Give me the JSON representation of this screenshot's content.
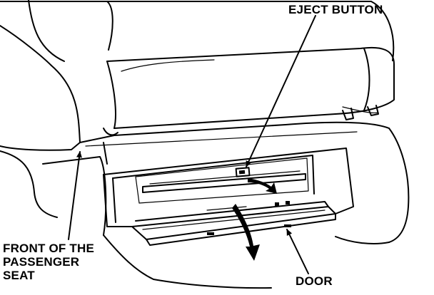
{
  "labels": {
    "eject_button": "EJECT BUTTON",
    "front_of_passenger_seat": [
      "FRONT OF THE",
      "PASSENGER",
      "SEAT"
    ],
    "door": "DOOR"
  },
  "colors": {
    "ink": "#000000",
    "background": "#ffffff"
  }
}
